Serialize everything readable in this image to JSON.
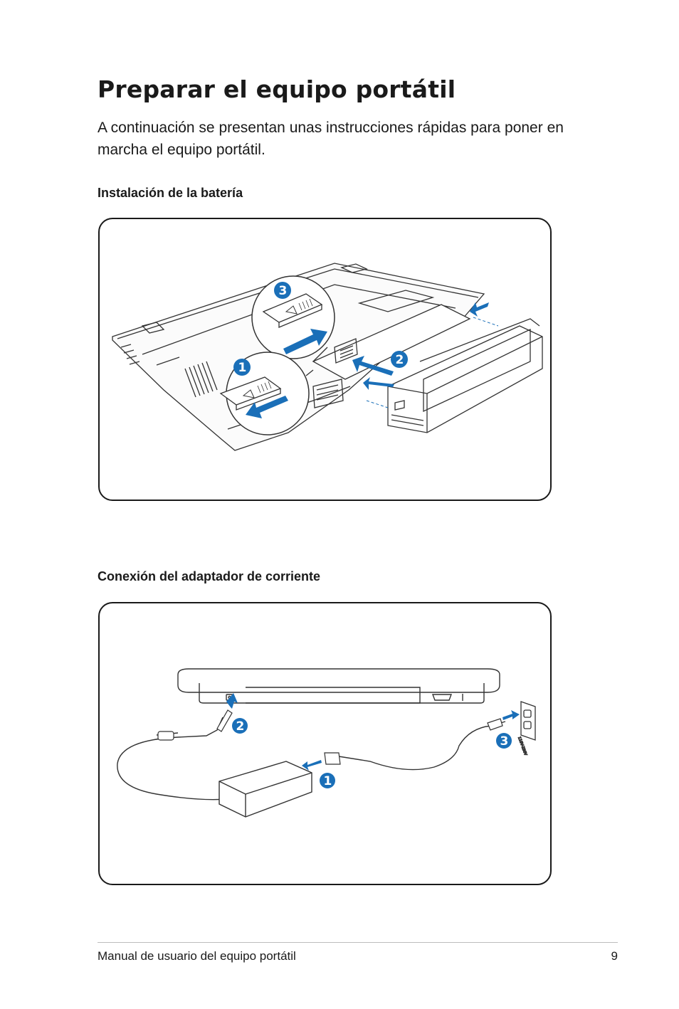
{
  "page": {
    "title": "Preparar el equipo portátil",
    "intro": "A continuación se presentan unas instrucciones rápidas para poner en marcha el equipo portátil."
  },
  "sections": [
    {
      "heading": "Instalación de la batería",
      "steps": [
        "1",
        "2",
        "3"
      ]
    },
    {
      "heading": "Conexión del adaptador de corriente",
      "steps": [
        "1",
        "2",
        "3"
      ],
      "outlet_label": "110V-230V"
    }
  ],
  "footer": {
    "text": "Manual de usuario del equipo portátil",
    "page_number": "9"
  },
  "colors": {
    "accent": "#1a6fb8",
    "text": "#1a1a1a",
    "line": "#333333"
  }
}
